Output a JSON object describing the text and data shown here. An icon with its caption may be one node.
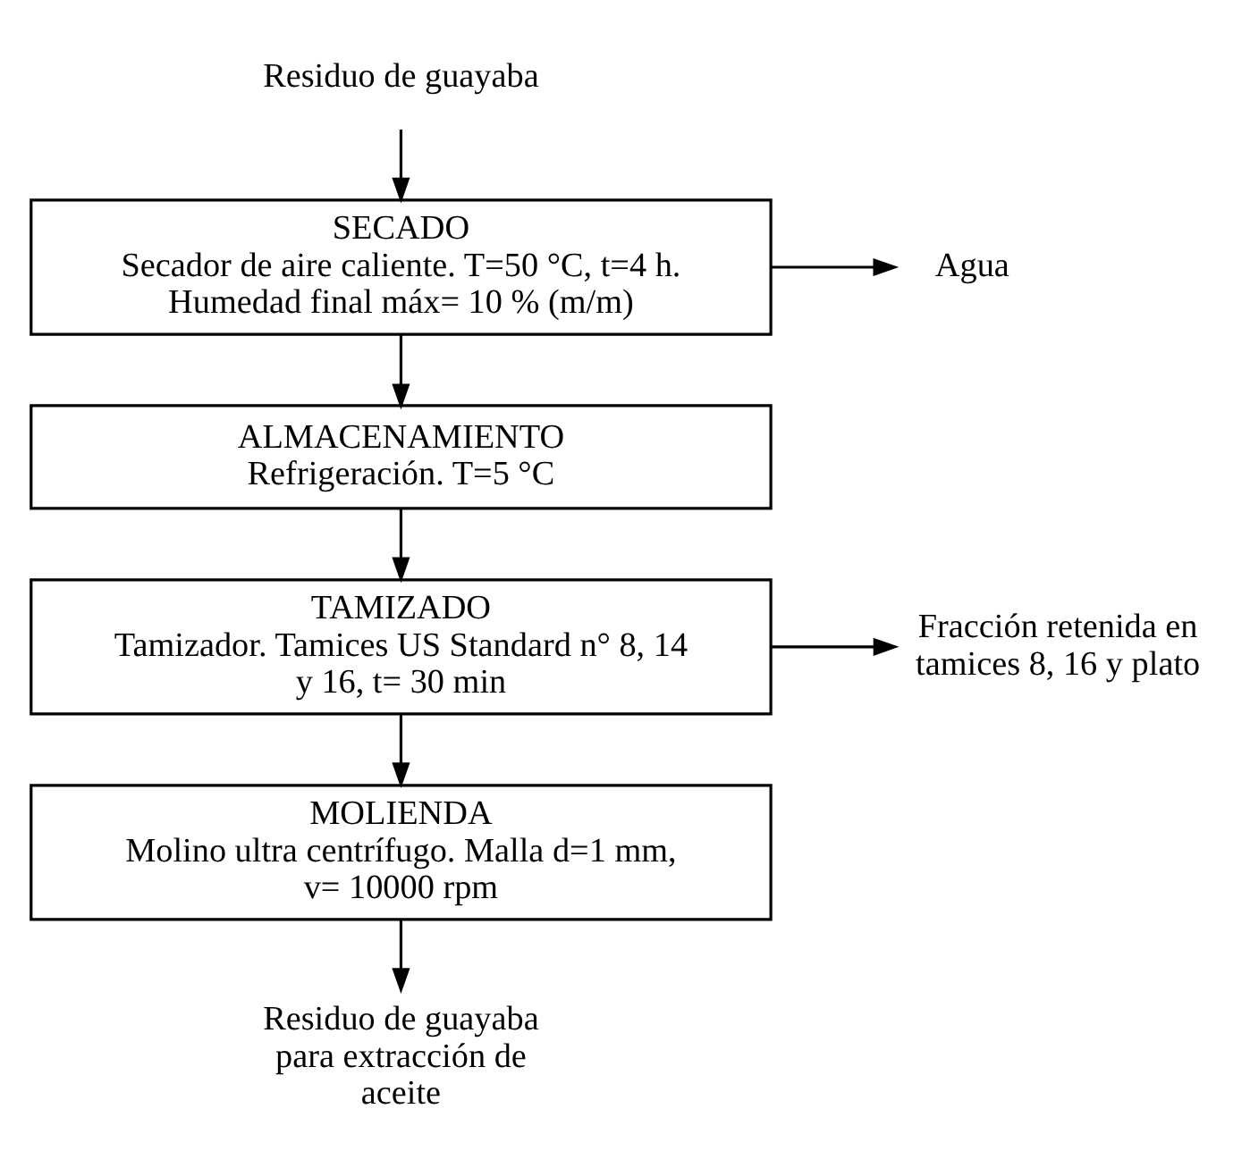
{
  "diagram": {
    "nodes": [
      {
        "text": [
          "Residuo de guayaba"
        ]
      },
      {
        "text": [
          "SECADO",
          "Secador de aire caliente. T=50 °C, t=4 h. Humedad final máx= 10 % (m/m)"
        ]
      },
      {
        "text": [
          "Agua"
        ]
      },
      {
        "text": [
          "ALMACENAMIENTO",
          "Refrigeración. T=5 °C"
        ]
      },
      {
        "text": [
          "TAMIZADO",
          "Tamizador. Tamices US Standard n° 8, 14 y 16, t= 30 min"
        ]
      },
      {
        "text": [
          "Fracción retenida en tamices 8, 16 y plato"
        ]
      },
      {
        "text": [
          "MOLIENDA",
          "Molino ultra centrífugo. Malla d=1 mm, v= 10000 rpm"
        ]
      },
      {
        "text": [
          "Residuo de guayaba para extracción de aceite"
        ]
      }
    ],
    "edges": [
      {
        "from": 0,
        "to": 1,
        "arrow": "to"
      },
      {
        "from": 1,
        "to": 2,
        "arrow": "to"
      },
      {
        "from": 1,
        "to": 3,
        "arrow": "to"
      },
      {
        "from": 3,
        "to": 4,
        "arrow": "to"
      },
      {
        "from": 4,
        "to": 5,
        "arrow": "to"
      },
      {
        "from": 4,
        "to": 6,
        "arrow": "to"
      },
      {
        "from": 6,
        "to": 7,
        "arrow": "to"
      }
    ]
  }
}
